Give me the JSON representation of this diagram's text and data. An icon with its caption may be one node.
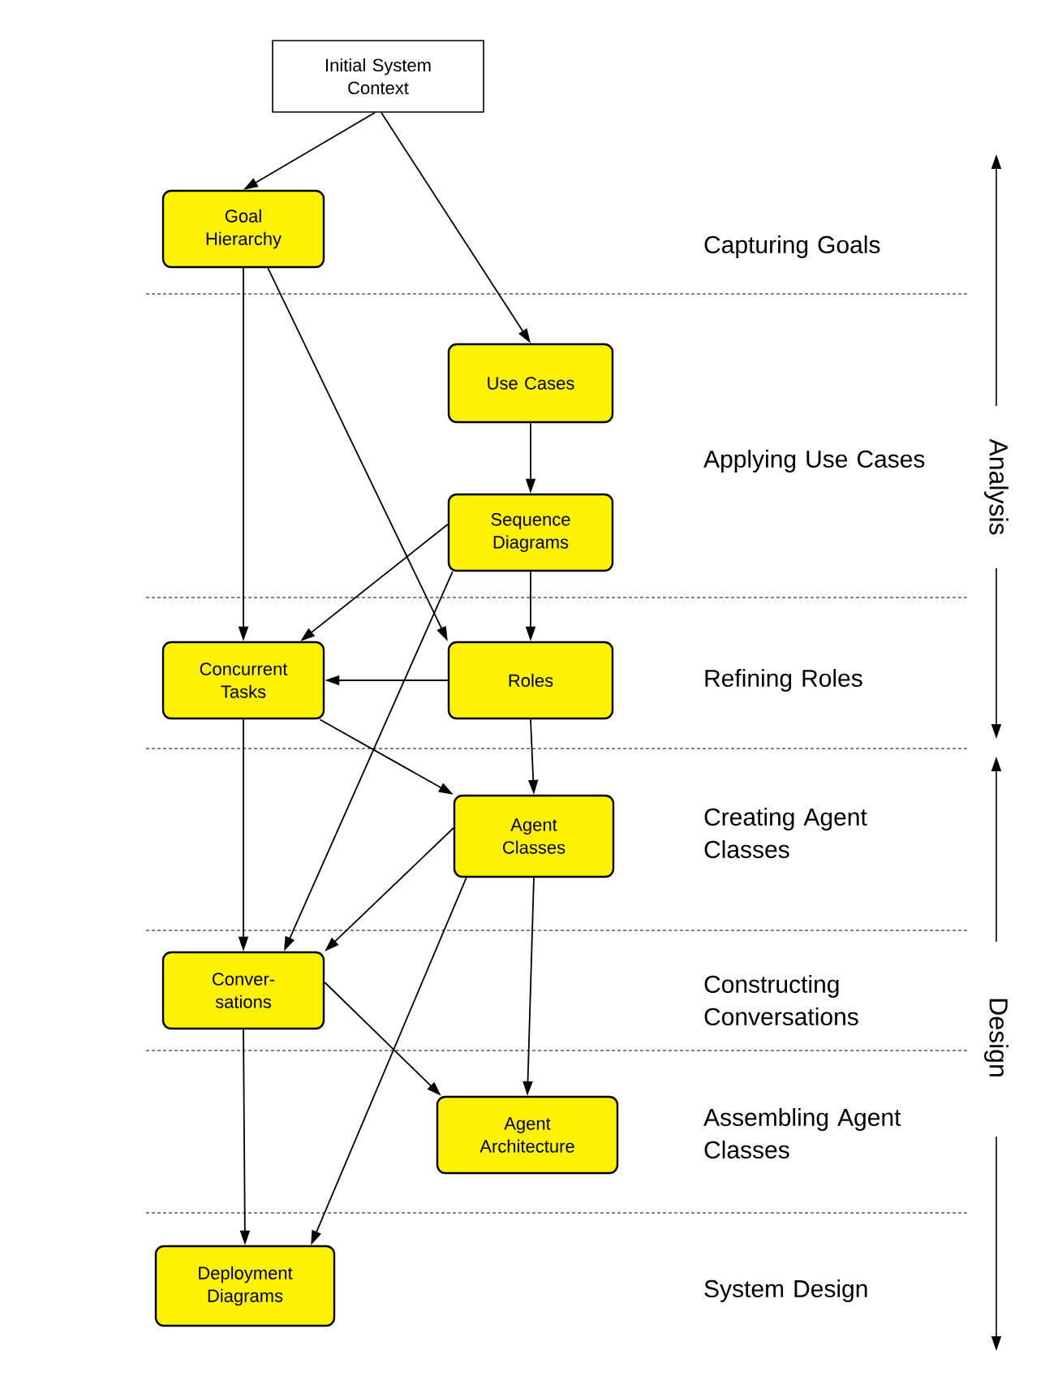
{
  "diagram": {
    "nodes": [
      {
        "text": [
          "Initial System Context"
        ]
      },
      {
        "text": [
          "Goal Hierarchy"
        ]
      },
      {
        "text": [
          "Use Cases"
        ]
      },
      {
        "text": [
          "Sequence Diagrams"
        ]
      },
      {
        "text": [
          "Concurrent Tasks"
        ]
      },
      {
        "text": [
          "Roles"
        ]
      },
      {
        "text": [
          "Agent Classes"
        ]
      },
      {
        "text": [
          "Conver- sations"
        ]
      },
      {
        "text": [
          "Agent Architecture"
        ]
      },
      {
        "text": [
          "Deployment Diagrams"
        ]
      }
    ],
    "edges": [
      {
        "from": 0,
        "to": 1,
        "arrow": "to"
      },
      {
        "from": 0,
        "to": 2,
        "arrow": "to"
      },
      {
        "from": 1,
        "to": 4,
        "arrow": "to"
      },
      {
        "from": 1,
        "to": 5,
        "arrow": "to"
      },
      {
        "from": 2,
        "to": 3,
        "arrow": "to"
      },
      {
        "from": 3,
        "to": 4,
        "arrow": "to"
      },
      {
        "from": 3,
        "to": 5,
        "arrow": "to"
      },
      {
        "from": 3,
        "to": 7,
        "arrow": "to"
      },
      {
        "from": 5,
        "to": 4,
        "arrow": "to"
      },
      {
        "from": 5,
        "to": 6,
        "arrow": "to"
      },
      {
        "from": 4,
        "to": 6,
        "arrow": "to"
      },
      {
        "from": 4,
        "to": 7,
        "arrow": "to"
      },
      {
        "from": 6,
        "to": 7,
        "arrow": "to"
      },
      {
        "from": 6,
        "to": 8,
        "arrow": "to"
      },
      {
        "from": 6,
        "to": 9,
        "arrow": "to"
      },
      {
        "from": 7,
        "to": 8,
        "arrow": "to"
      },
      {
        "from": 7,
        "to": 9,
        "arrow": "to"
      }
    ],
    "labels": [
      "Capturing Goals",
      "Applying Use Cases",
      "Refining Roles",
      "Creating Agent Classes",
      "Constructing Conversations",
      "Assembling Agent Classes",
      "System Design",
      "Analysis",
      "Design"
    ]
  }
}
